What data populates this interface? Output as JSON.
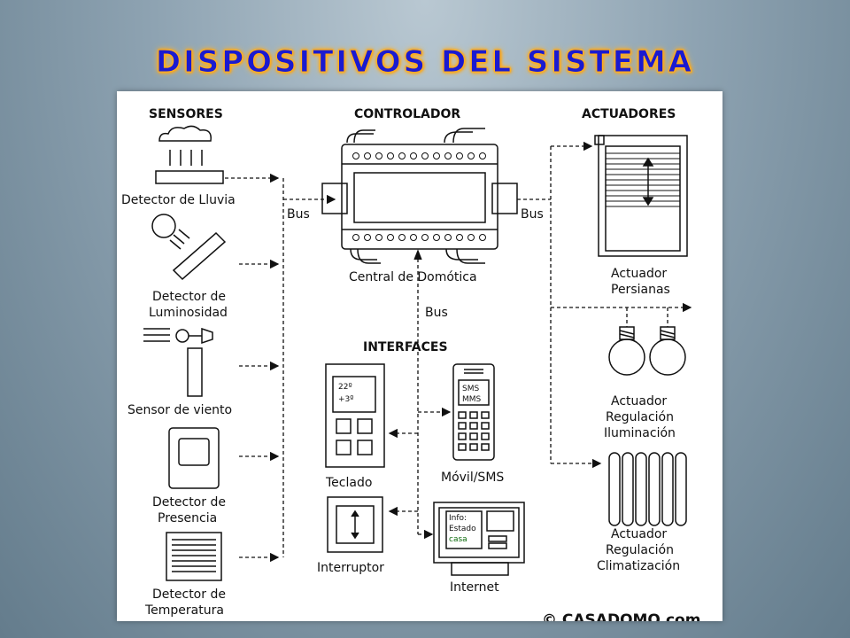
{
  "title": "DISPOSITIVOS DEL SISTEMA",
  "diagram": {
    "headers": {
      "sensores": "SENSORES",
      "controlador": "CONTROLADOR",
      "actuadores": "ACTUADORES",
      "interfaces": "INTERFACES"
    },
    "sensors": {
      "lluvia": "Detector de Lluvia",
      "luminosidad_1": "Detector de",
      "luminosidad_2": "Luminosidad",
      "viento": "Sensor de viento",
      "presencia_1": "Detector de",
      "presencia_2": "Presencia",
      "temperatura_1": "Detector de",
      "temperatura_2": "Temperatura"
    },
    "controller": {
      "label": "Central de Domótica"
    },
    "bus": {
      "left": "Bus",
      "right": "Bus",
      "vertical": "Bus"
    },
    "actuators": {
      "persianas_1": "Actuador",
      "persianas_2": "Persianas",
      "iluminacion_1": "Actuador",
      "iluminacion_2": "Regulación",
      "iluminacion_3": "Iluminación",
      "climatizacion_1": "Actuador",
      "climatizacion_2": "Regulación",
      "climatizacion_3": "Climatización"
    },
    "interfaces": {
      "teclado": "Teclado",
      "teclado_display_1": "22º",
      "teclado_display_2": "+3º",
      "movil": "Móvil/SMS",
      "movil_display_1": "SMS",
      "movil_display_2": "MMS",
      "interruptor": "Interruptor",
      "internet": "Internet",
      "internet_info_1": "Info:",
      "internet_info_2": "Estado",
      "internet_info_3": "casa"
    },
    "copyright": "© CASADOMO.com"
  }
}
